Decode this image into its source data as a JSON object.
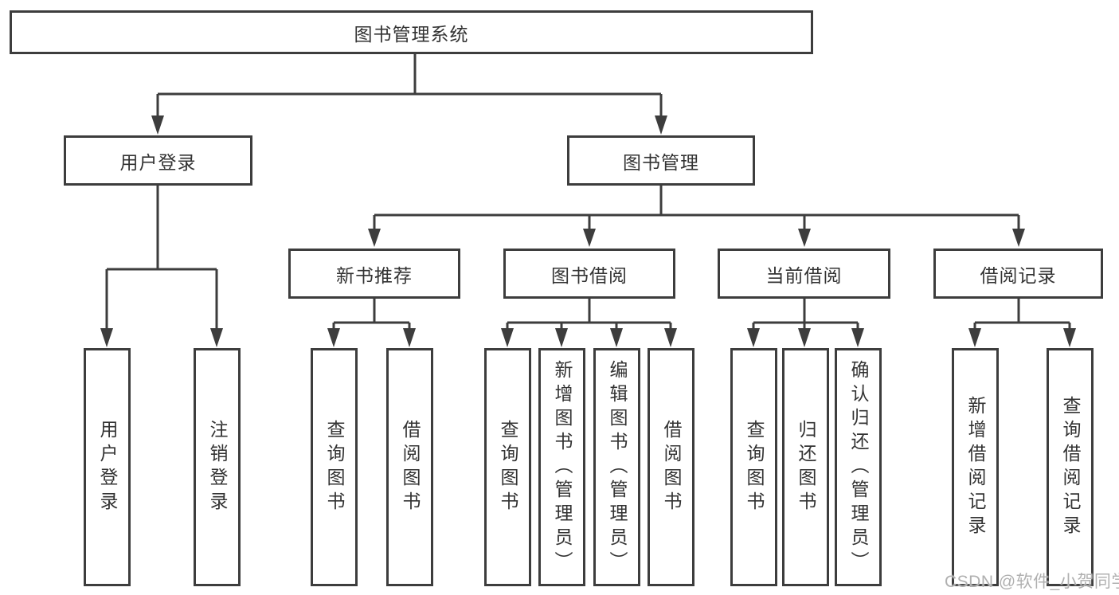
{
  "nodes": {
    "root": {
      "label": "图书管理系统"
    },
    "level1": [
      {
        "label": "用户登录"
      },
      {
        "label": "图书管理"
      }
    ],
    "level2": [
      {
        "label": "新书推荐",
        "parent": "图书管理"
      },
      {
        "label": "图书借阅",
        "parent": "图书管理"
      },
      {
        "label": "当前借阅",
        "parent": "图书管理"
      },
      {
        "label": "借阅记录",
        "parent": "图书管理"
      }
    ],
    "leaves": [
      {
        "label": "用户登录",
        "parent": "用户登录"
      },
      {
        "label": "注销登录",
        "parent": "用户登录"
      },
      {
        "label": "查询图书",
        "parent": "新书推荐"
      },
      {
        "label": "借阅图书",
        "parent": "新书推荐"
      },
      {
        "label": "查询图书",
        "parent": "图书借阅"
      },
      {
        "label": "新增图书（管理员）",
        "parent": "图书借阅"
      },
      {
        "label": "编辑图书（管理员）",
        "parent": "图书借阅"
      },
      {
        "label": "借阅图书",
        "parent": "图书借阅"
      },
      {
        "label": "查询图书",
        "parent": "当前借阅"
      },
      {
        "label": "归还图书",
        "parent": "当前借阅"
      },
      {
        "label": "确认归还（管理员）",
        "parent": "当前借阅"
      },
      {
        "label": "新增借阅记录",
        "parent": "借阅记录"
      },
      {
        "label": "查询借阅记录",
        "parent": "借阅记录"
      }
    ]
  },
  "watermark": {
    "text": "CSDN @软件_小贺同学"
  },
  "colors": {
    "line": "#3d3d3d",
    "text": "#333333",
    "watermark": "#b0b0b0",
    "background": "#ffffff"
  }
}
